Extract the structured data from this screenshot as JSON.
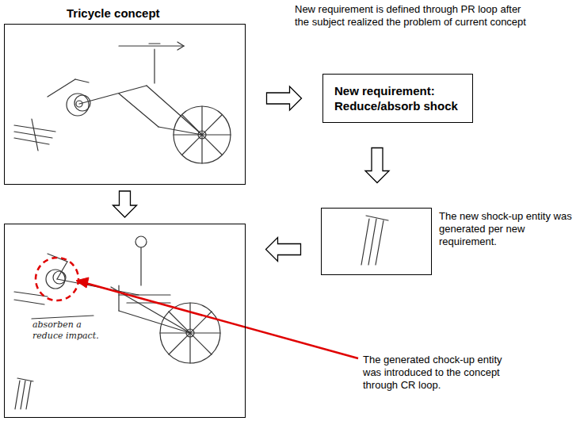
{
  "diagram": {
    "nodes": [
      {
        "text": [
          "Tricycle concept"
        ]
      },
      {
        "text": [
          "New requirement: Reduce/absorb shock"
        ]
      },
      {
        "text": [
          "The new shock-up entity was generated per new requirement."
        ]
      },
      {
        "text": [
          "absorben a reduce impact."
        ]
      }
    ],
    "edges": [
      {
        "from": 0,
        "to": 1,
        "arrow": "to"
      },
      {
        "from": 0,
        "to": 3,
        "arrow": "to"
      },
      {
        "from": 1,
        "to": 2,
        "arrow": "to"
      },
      {
        "from": 2,
        "to": 3,
        "arrow": "to"
      }
    ],
    "labels": [
      "New requirement is defined through PR loop after the subject realized the problem of current concept",
      "The generated chock-up entity was introduced to the concept through CR loop."
    ]
  }
}
